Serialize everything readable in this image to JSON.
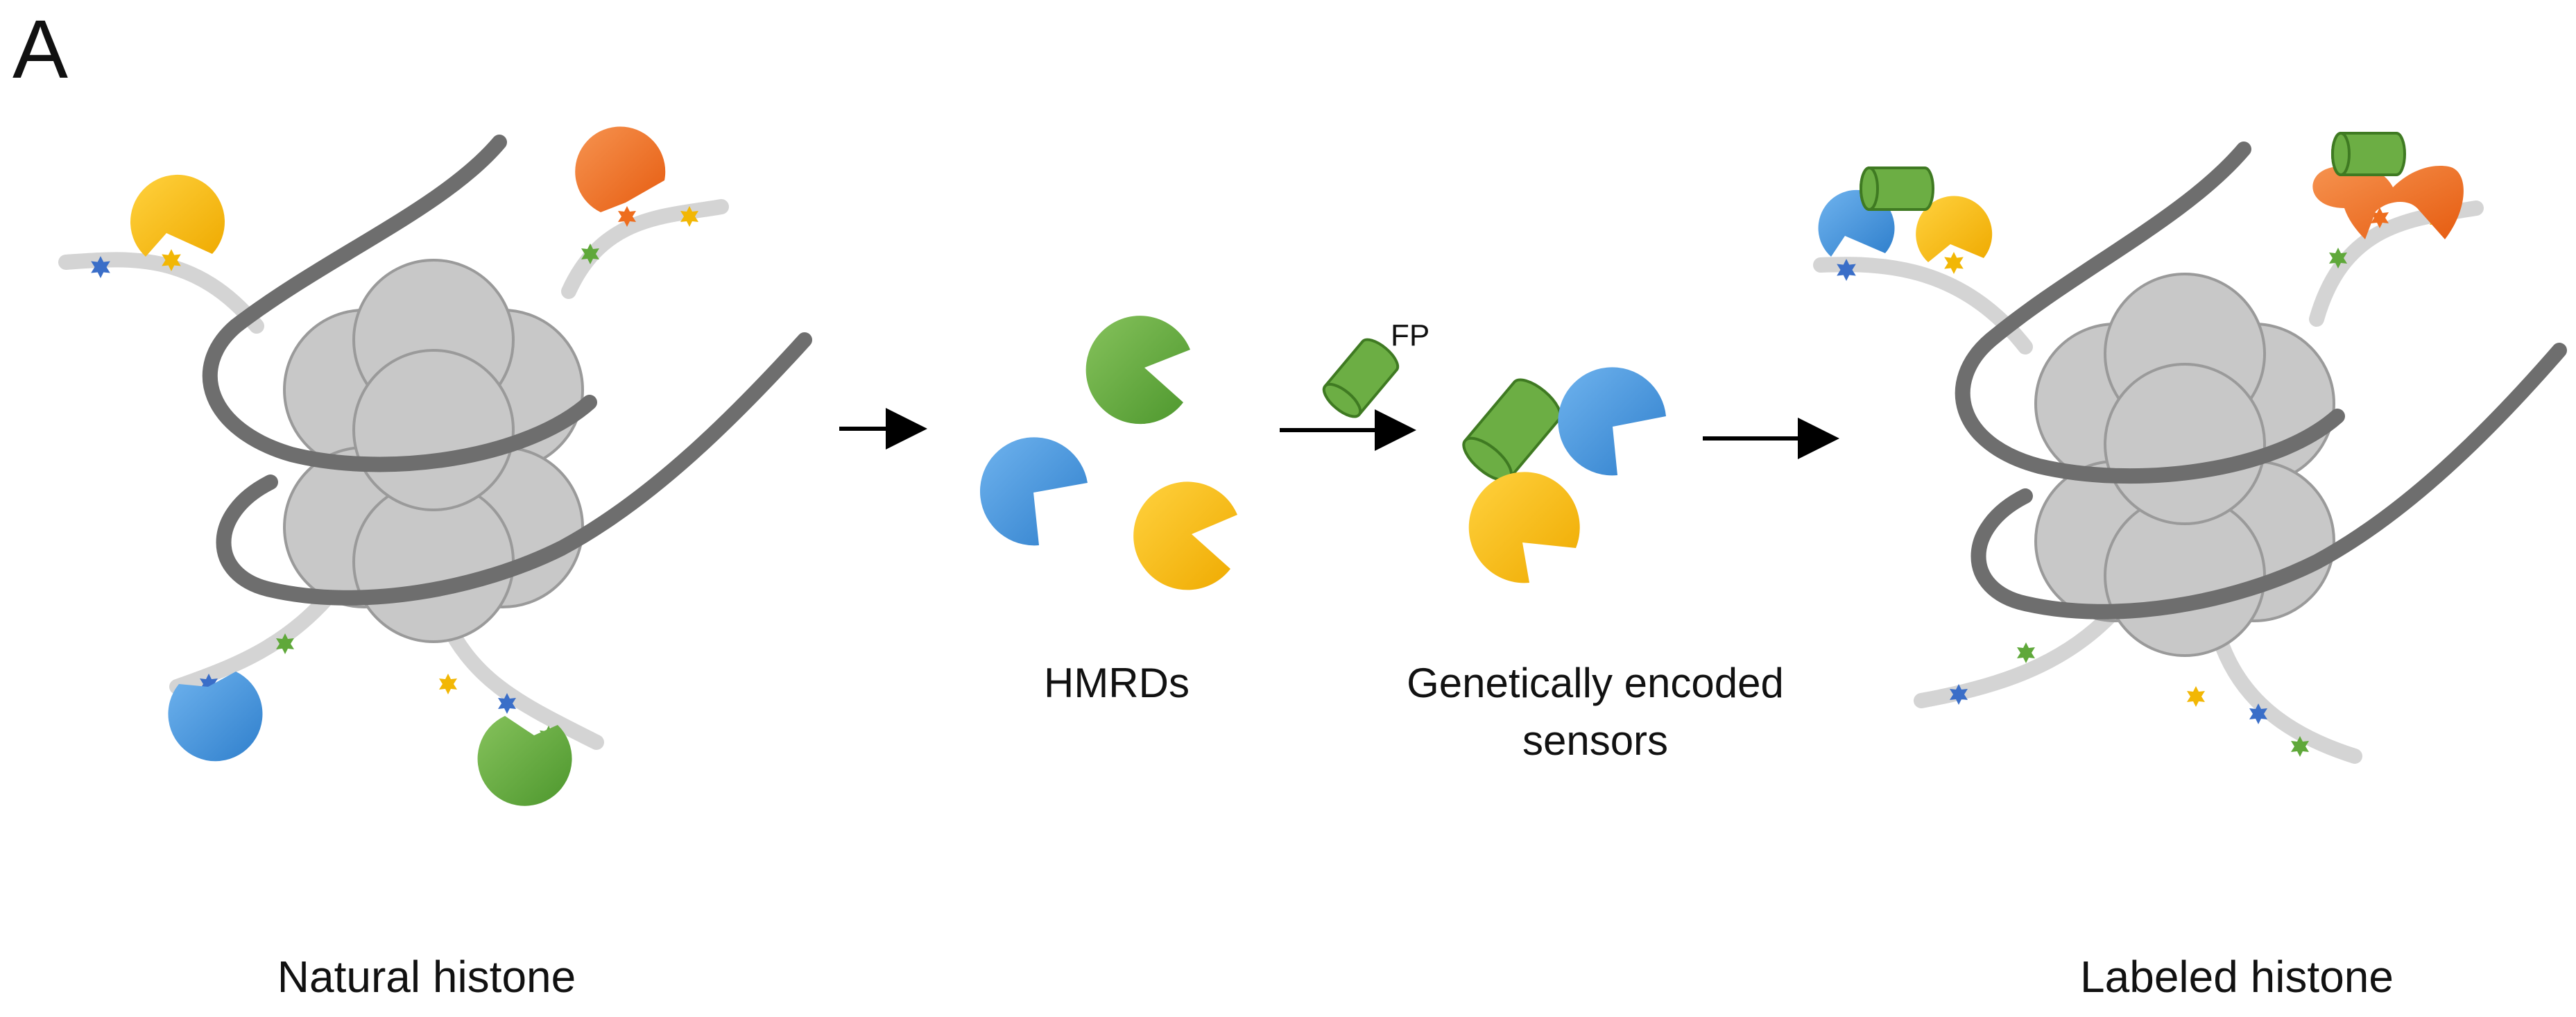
{
  "panel_label": "A",
  "labels": {
    "natural_histone": "Natural histone",
    "hmrds": "HMRDs",
    "fp": "FP",
    "sensors_line1": "Genetically encoded",
    "sensors_line2": "sensors",
    "labeled_histone": "Labeled histone"
  },
  "colors": {
    "blue": "#3f8fd9",
    "green": "#5fa83a",
    "yellow": "#f2b705",
    "orange": "#ee6d1e",
    "core": "#c8c8c8",
    "core_stroke": "#9a9a9a",
    "dna": "#6e6e6e",
    "tail": "#d4d4d4",
    "arrow": "#000000"
  },
  "icons": [
    "histone-octamer-icon",
    "dna-strand-icon",
    "reader-domain-pacman-icon",
    "fluorescent-protein-cylinder-icon",
    "modification-star-icon",
    "arrow-icon"
  ]
}
